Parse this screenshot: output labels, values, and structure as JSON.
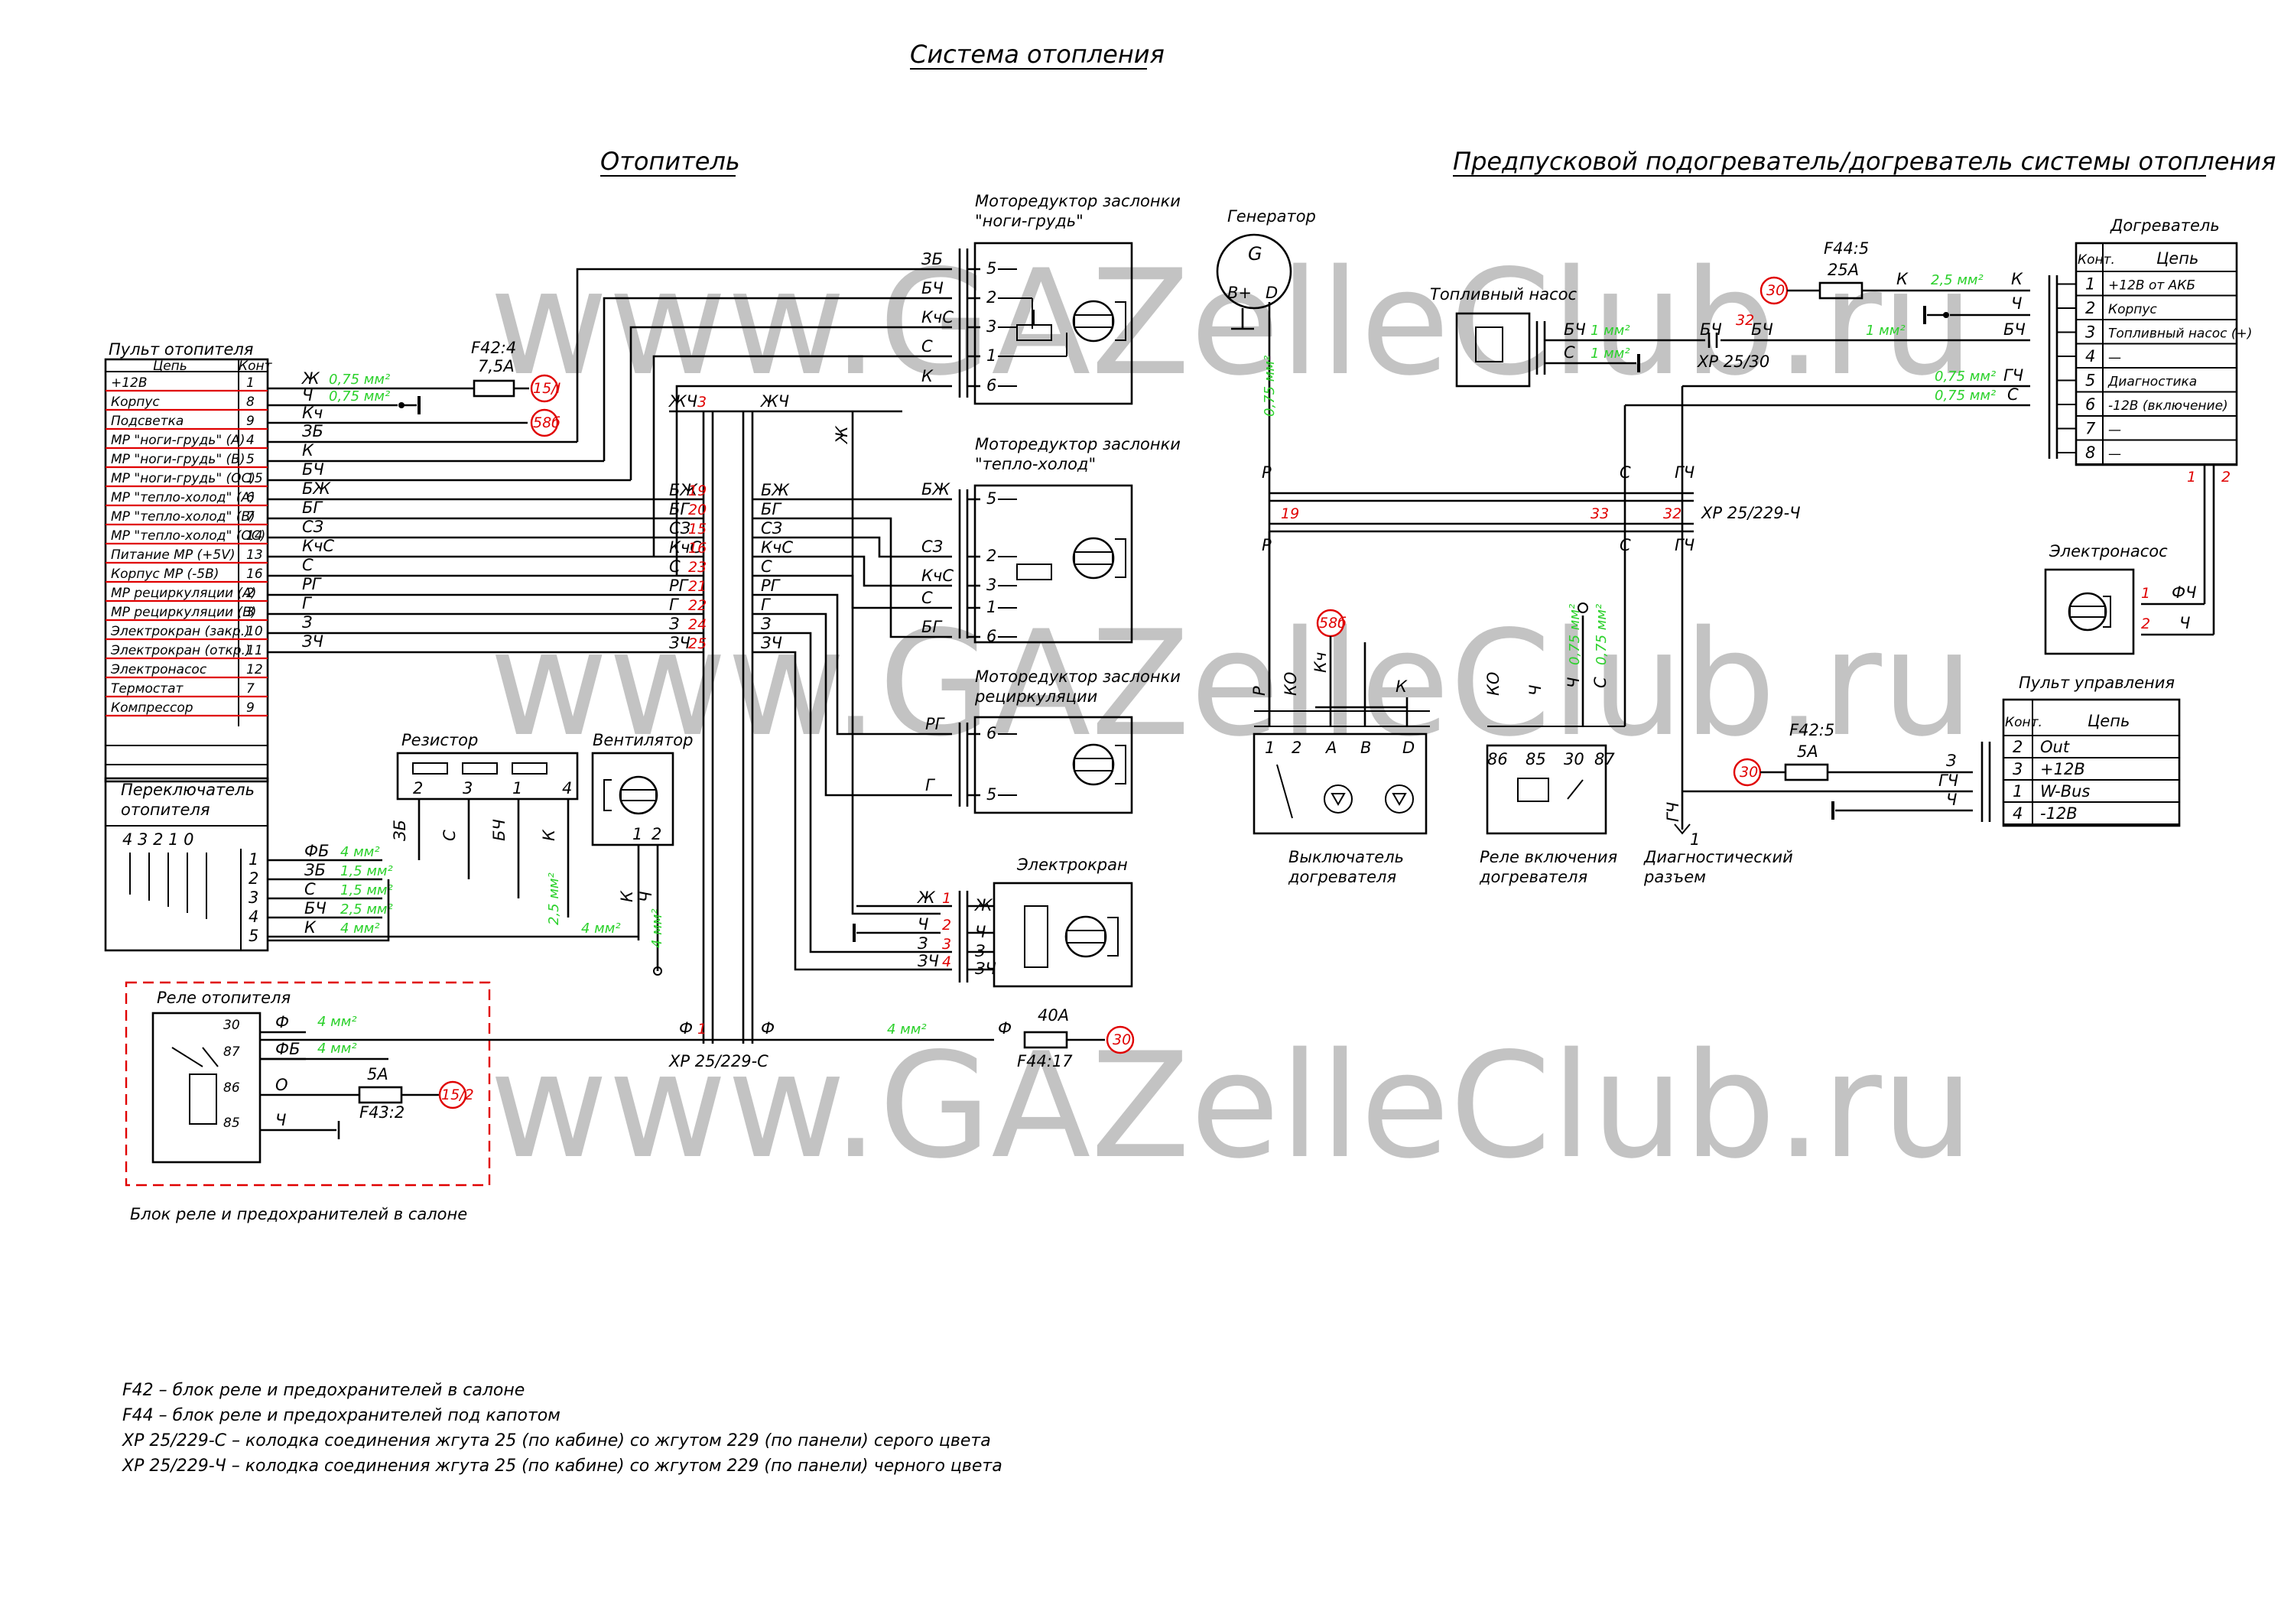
{
  "title": "Система отопления",
  "section_heater": "Отопитель",
  "section_preheater": "Предпусковой подогреватель/догреватель системы отопления",
  "watermark": "www.GAZelleClub.ru",
  "control_panel": {
    "title": "Пульт отопителя",
    "col_circuit": "Цепь",
    "col_contact": "Конт",
    "rows": [
      {
        "label": "+12В",
        "pin": "1"
      },
      {
        "label": "Корпус",
        "pin": "8"
      },
      {
        "label": "Подсветка",
        "pin": "9"
      },
      {
        "label": "МР \"ноги-грудь\" (А)",
        "pin": "4"
      },
      {
        "label": "МР \"ноги-грудь\" (В)",
        "pin": "5"
      },
      {
        "label": "МР \"ноги-грудь\" (ОС)",
        "pin": "15"
      },
      {
        "label": "МР \"тепло-холод\" (А)",
        "pin": "6"
      },
      {
        "label": "МР \"тепло-холод\" (В)",
        "pin": "7"
      },
      {
        "label": "МР \"тепло-холод\" (ОС)",
        "pin": "14"
      },
      {
        "label": "Питание МР (+5V)",
        "pin": "13"
      },
      {
        "label": "Корпус МР (-5В)",
        "pin": "16"
      },
      {
        "label": "МР рециркуляции (А)",
        "pin": "2"
      },
      {
        "label": "МР рециркуляции (В)",
        "pin": "3"
      },
      {
        "label": "Электрокран (закр.)",
        "pin": "10"
      },
      {
        "label": "Электрокран (откр.)",
        "pin": "11"
      },
      {
        "label": "Электронасос",
        "pin": "12"
      },
      {
        "label": "Термостат",
        "pin": "7"
      },
      {
        "label": "Компрессор",
        "pin": "9"
      }
    ],
    "wires": [
      "Ж",
      "Ч",
      "Кч",
      "ЗБ",
      "К",
      "БЧ",
      "БЖ",
      "БГ",
      "СЗ",
      "КчС",
      "С",
      "РГ",
      "Г",
      "З",
      "ЗЧ"
    ],
    "wire_sizes": [
      "0,75 мм²",
      "0,75 мм²"
    ]
  },
  "fuse_f42_4": {
    "name": "F42:4",
    "rating": "7,5А",
    "terminal": "15/I"
  },
  "term_58b": "58б",
  "term_30": "30",
  "term_15_2": "15/2",
  "trunk_xp_s": {
    "label": "ХР 25/229-С",
    "top_wires": [
      "ЖЧ",
      "ЖЧ"
    ],
    "top_pin": "3",
    "left_labels": [
      "БЖ",
      "БГ",
      "СЗ",
      "КчС",
      "С",
      "РГ",
      "Г",
      "З",
      "ЗЧ"
    ],
    "pins": [
      "19",
      "20",
      "15",
      "16",
      "23",
      "21",
      "22",
      "24",
      "25"
    ],
    "right_labels": [
      "БЖ",
      "БГ",
      "СЗ",
      "КчС",
      "С",
      "РГ",
      "Г",
      "З",
      "ЗЧ"
    ],
    "vertical_wire": "Ж"
  },
  "motor_legs_chest": {
    "title": "Моторедуктор заслонки",
    "subtitle": "\"ноги-грудь\"",
    "wires": [
      "ЗБ",
      "БЧ",
      "КчС",
      "С",
      "К"
    ],
    "pins": [
      "5",
      "2",
      "3",
      "1",
      "6"
    ]
  },
  "motor_heat_cold": {
    "title": "Моторедуктор заслонки",
    "subtitle": "\"тепло-холод\"",
    "wires": [
      "БЖ",
      "СЗ",
      "КчС",
      "С",
      "БГ"
    ],
    "pins": [
      "5",
      "2",
      "3",
      "1",
      "6"
    ]
  },
  "motor_recirc": {
    "title": "Моторедуктор заслонки",
    "subtitle": "рециркуляции",
    "wires": [
      "РГ",
      "Г"
    ],
    "pins": [
      "6",
      "5"
    ]
  },
  "electrovalve": {
    "title": "Электрокран",
    "wires": [
      "Ж",
      "Ч",
      "З",
      "ЗЧ"
    ],
    "pins": [
      "1",
      "2",
      "3",
      "4"
    ]
  },
  "switch": {
    "title_1": "Переключатель",
    "title_2": "отопителя",
    "positions": "4 3 2 1 0",
    "pins": [
      "1",
      "2",
      "3",
      "4",
      "5"
    ],
    "wires": [
      "ФБ",
      "ЗБ",
      "С",
      "БЧ",
      "К"
    ],
    "sizes": [
      "4 мм²",
      "1,5 мм²",
      "1,5 мм²",
      "2,5 мм²",
      "4 мм²"
    ]
  },
  "resistor": {
    "title": "Резистор",
    "pins": [
      "2",
      "3",
      "1",
      "4"
    ],
    "wires": [
      "ЗБ",
      "С",
      "БЧ",
      "К"
    ],
    "size": "2,5 мм²"
  },
  "fan": {
    "title": "Вентилятор",
    "pins": [
      "1",
      "2"
    ],
    "wires": [
      "К",
      "Ч"
    ],
    "size": "4 мм²",
    "k_size": "4 мм²"
  },
  "relay_block": {
    "title": "Реле отопителя",
    "caption": "Блок реле и предохранителей в салоне",
    "pins": [
      "30",
      "87",
      "86",
      "85"
    ],
    "wires": [
      "Ф",
      "ФБ",
      "О",
      "Ч"
    ],
    "sizes": [
      "4 мм²",
      "4 мм²"
    ],
    "fuse": {
      "name": "F43:2",
      "rating": "5А"
    }
  },
  "main_feed": {
    "wire": "Ф",
    "pin": "1",
    "size": "4 мм²",
    "fuse": "F44:17",
    "rating": "40А"
  },
  "generator": {
    "title": "Генератор",
    "symbol": "G",
    "b_plus": "В+",
    "d": "D",
    "size": "0,75 мм²"
  },
  "fuel_pump": {
    "title": "Топливный насос",
    "wires": [
      "БЧ",
      "С"
    ],
    "sizes": [
      "1 мм²",
      "1 мм²"
    ]
  },
  "fuse_f44_5": {
    "name": "F44:5",
    "rating": "25А"
  },
  "xp_25_30": {
    "label": "ХР 25/30",
    "pin": "32",
    "wires": [
      "БЧ",
      "БЧ"
    ]
  },
  "dogrevatel": {
    "title": "Догреватель",
    "col_contact": "Конт.",
    "col_circuit": "Цепь",
    "rows": [
      {
        "pin": "1",
        "label": "+12В от АКБ"
      },
      {
        "pin": "2",
        "label": "Корпус"
      },
      {
        "pin": "3",
        "label": "Топливный насос (+)"
      },
      {
        "pin": "4",
        "label": "—"
      },
      {
        "pin": "5",
        "label": "Диагностика"
      },
      {
        "pin": "6",
        "label": "-12В (включение)"
      },
      {
        "pin": "7",
        "label": "—"
      },
      {
        "pin": "8",
        "label": "—"
      }
    ],
    "wires": [
      "К",
      "Ч",
      "БЧ",
      "ГЧ",
      "С"
    ],
    "sizes": [
      "2,5 мм²",
      "1 мм²",
      "0,75 мм²",
      "0,75 мм²"
    ],
    "out_pins": [
      "1",
      "2"
    ]
  },
  "xp_chernyi": {
    "label": "ХР 25/229-Ч",
    "pins": [
      "19",
      "33",
      "32"
    ],
    "wires": [
      "Р",
      "С",
      "ГЧ"
    ]
  },
  "e_pump": {
    "title": "Электронасос",
    "wires": [
      "ФЧ",
      "Ч"
    ],
    "pins": [
      "1",
      "2"
    ]
  },
  "control_unit": {
    "title": "Пульт управления",
    "col_contact": "Конт.",
    "col_circuit": "Цепь",
    "rows": [
      {
        "pin": "2",
        "label": "Out"
      },
      {
        "pin": "3",
        "label": "+12В"
      },
      {
        "pin": "1",
        "label": "W-Bus"
      },
      {
        "pin": "4",
        "label": "-12В"
      }
    ],
    "wires": [
      "З",
      "ГЧ",
      "Ч"
    ],
    "fuse": {
      "name": "F42:5",
      "rating": "5А"
    }
  },
  "heater_switch": {
    "title_1": "Выключатель",
    "title_2": "догревателя",
    "pins": [
      "1",
      "2",
      "А",
      "В",
      "D"
    ],
    "wires": [
      "Р",
      "КО",
      "Кч",
      "К"
    ]
  },
  "heater_relay": {
    "title_1": "Реле включения",
    "title_2": "догревателя",
    "pins": [
      "86",
      "85",
      "30",
      "87"
    ],
    "wires": [
      "КО",
      "Ч",
      "Ч",
      "С"
    ],
    "sizes": [
      "0,75 мм²",
      "0,75 мм²"
    ]
  },
  "diag": {
    "title_1": "Диагностический",
    "title_2": "разъем",
    "wire": "ГЧ",
    "pin": "1"
  },
  "legend": [
    "F42 – блок реле и предохранителей в салоне",
    "F44 – блок реле и предохранителей под капотом",
    "ХР 25/229-С – колодка соединения жгута 25 (по кабине) со жгутом 229 (по панели) серого цвета",
    "ХР 25/229-Ч – колодка соединения жгута 25 (по кабине) со жгутом 229 (по панели) черного цвета"
  ]
}
